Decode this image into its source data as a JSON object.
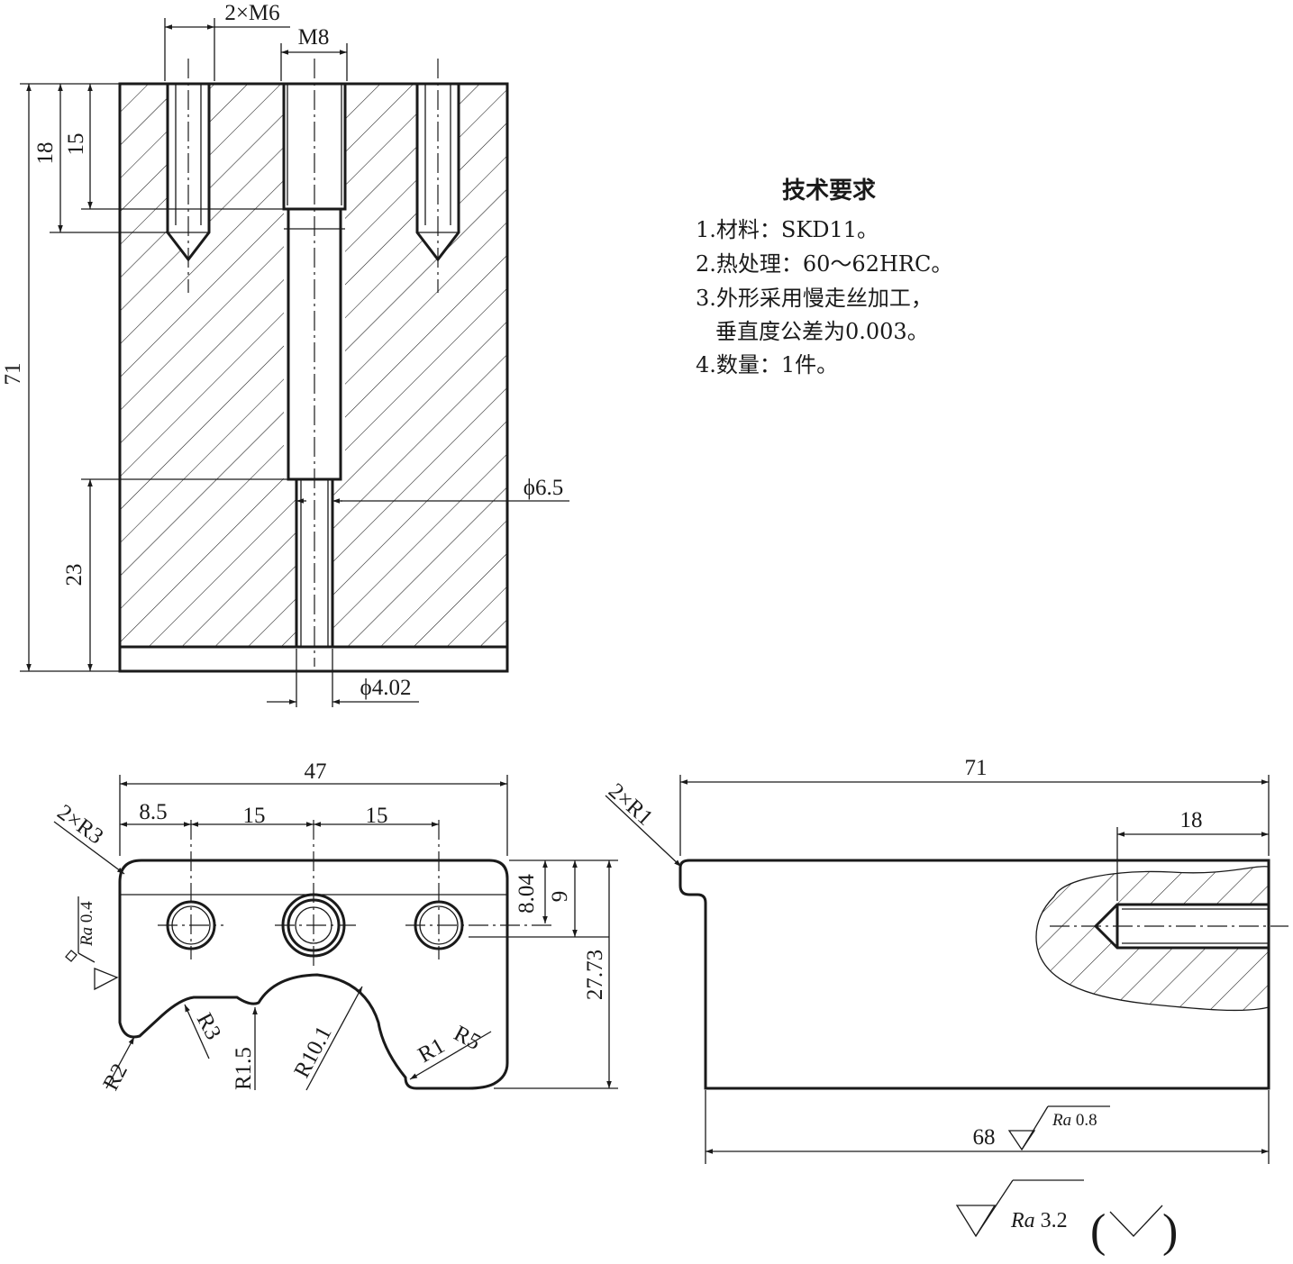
{
  "front_view": {
    "dims": {
      "d_2xm6": "2×M6",
      "d_m8": "M8",
      "d_18": "18",
      "d_15": "15",
      "d_71": "71",
      "d_23": "23",
      "d_phi65": "ϕ6.5",
      "d_phi402": "ϕ4.02"
    }
  },
  "tech_req": {
    "title": "技术要求",
    "items": [
      "1.材料：SKD11。",
      "2.热处理：60～62HRC。",
      "3.外形采用慢走丝加工，",
      "垂直度公差为0.003。",
      "4.数量：1件。"
    ]
  },
  "top_view": {
    "dims": {
      "d_47": "47",
      "d_85": "8.5",
      "d_15a": "15",
      "d_15b": "15",
      "d_2xr3": "2×R3",
      "d_804": "8.04",
      "d_9": "9",
      "d_2773": "27.73",
      "d_r2": "R2",
      "d_r3": "R3",
      "d_r15": "R1.5",
      "d_r101": "R10.1",
      "d_r1": "R1",
      "d_r5": "R5"
    },
    "roughness": {
      "symbol": "Ra",
      "value": "0.4"
    }
  },
  "side_view": {
    "dims": {
      "d_71": "71",
      "d_18": "18",
      "d_2xr1": "2×R1",
      "d_68": "68"
    },
    "roughness": {
      "symbol": "Ra",
      "value": "0.8"
    }
  },
  "general_roughness": {
    "symbol": "Ra",
    "value": "3.2",
    "open_paren": "(",
    "close_paren": ")"
  }
}
